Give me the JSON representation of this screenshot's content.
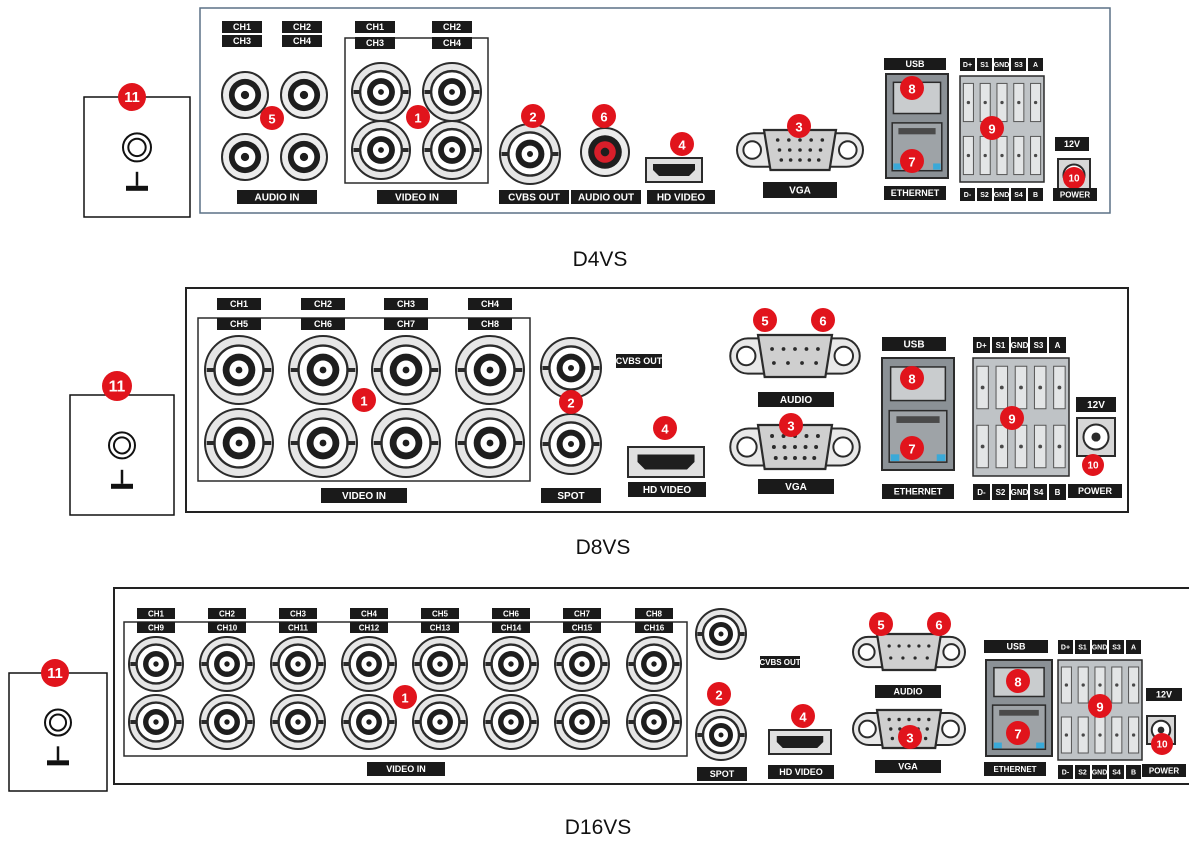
{
  "panels": [
    {
      "caption": "D4VS",
      "ground_badge": "11",
      "labels": {
        "ch_row1": [
          "CH1",
          "CH2",
          "CH1",
          "CH2"
        ],
        "ch_row2": [
          "CH3",
          "CH4",
          "CH3",
          "CH4"
        ],
        "audio_in": "AUDIO IN",
        "video_in": "VIDEO IN",
        "cvbs_out": "CVBS OUT",
        "audio_out": "AUDIO OUT",
        "hd_video": "HD VIDEO",
        "vga": "VGA",
        "usb": "USB",
        "ethernet": "ETHERNET",
        "v12": "12V",
        "power": "POWER",
        "term_top": [
          "D+",
          "S1",
          "GND",
          "S3",
          "A"
        ],
        "term_bottom": [
          "D-",
          "S2",
          "GND",
          "S4",
          "B"
        ]
      },
      "badges": {
        "b1": "1",
        "b2": "2",
        "b3": "3",
        "b4": "4",
        "b5": "5",
        "b6": "6",
        "b7": "7",
        "b8": "8",
        "b9": "9",
        "b10": "10"
      }
    },
    {
      "caption": "D8VS",
      "ground_badge": "11",
      "labels": {
        "ch_row1": [
          "CH1",
          "CH2",
          "CH3",
          "CH4"
        ],
        "ch_row2": [
          "CH5",
          "CH6",
          "CH7",
          "CH8"
        ],
        "video_in": "VIDEO IN",
        "cvbs_out": "CVBS OUT",
        "spot": "SPOT",
        "hd_video": "HD VIDEO",
        "audio": "AUDIO",
        "vga": "VGA",
        "usb": "USB",
        "ethernet": "ETHERNET",
        "v12": "12V",
        "power": "POWER",
        "term_top": [
          "D+",
          "S1",
          "GND",
          "S3",
          "A"
        ],
        "term_bottom": [
          "D-",
          "S2",
          "GND",
          "S4",
          "B"
        ]
      },
      "badges": {
        "b1": "1",
        "b2": "2",
        "b3": "3",
        "b4": "4",
        "b5": "5",
        "b6": "6",
        "b7": "7",
        "b8": "8",
        "b9": "9",
        "b10": "10"
      }
    },
    {
      "caption": "D16VS",
      "ground_badge": "11",
      "labels": {
        "ch_row1": [
          "CH1",
          "CH2",
          "CH3",
          "CH4",
          "CH5",
          "CH6",
          "CH7",
          "CH8"
        ],
        "ch_row2": [
          "CH9",
          "CH10",
          "CH11",
          "CH12",
          "CH13",
          "CH14",
          "CH15",
          "CH16"
        ],
        "video_in": "VIDEO IN",
        "cvbs_out": "CVBS OUT",
        "spot": "SPOT",
        "hd_video": "HD VIDEO",
        "audio": "AUDIO",
        "vga": "VGA",
        "usb": "USB",
        "ethernet": "ETHERNET",
        "v12": "12V",
        "power": "POWER",
        "term_top": [
          "D+",
          "S1",
          "GND",
          "S3",
          "A"
        ],
        "term_bottom": [
          "D-",
          "S2",
          "GND",
          "S4",
          "B"
        ]
      },
      "badges": {
        "b1": "1",
        "b2": "2",
        "b3": "3",
        "b4": "4",
        "b5": "5",
        "b6": "6",
        "b7": "7",
        "b8": "8",
        "b9": "9",
        "b10": "10"
      }
    }
  ],
  "colors": {
    "badge": "#e1141c",
    "label_bg": "#1a1a1a",
    "outline": "#222222",
    "d4_border": "#5b7185"
  }
}
